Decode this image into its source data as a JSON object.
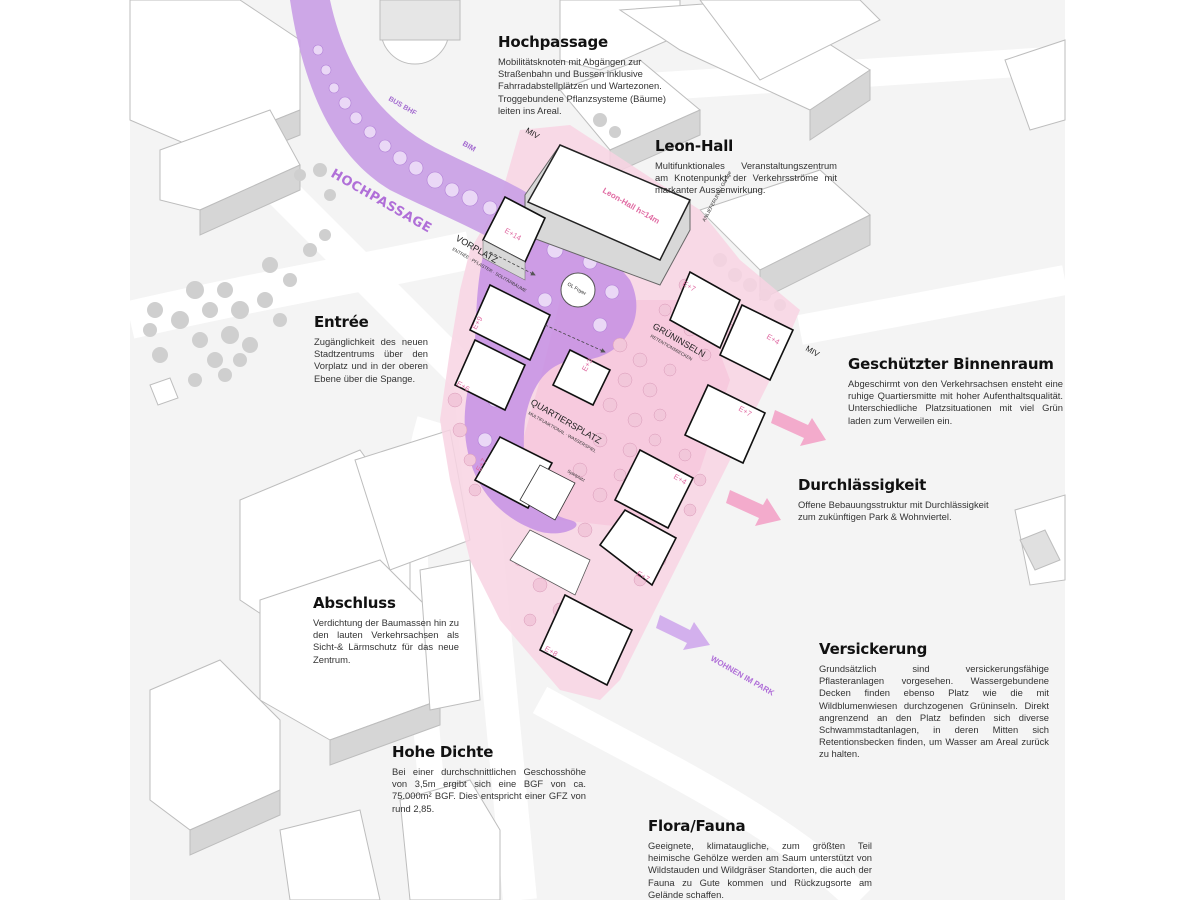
{
  "colors": {
    "building_roof": "#ffffff",
    "building_shade": "#d9d9d9",
    "ground": "#eeeeee",
    "street": "#f8f8f8",
    "passage_purple": "#c79ee6",
    "passage_purple_dark": "#9a5fc6",
    "pink_zone": "#f6c7dc",
    "pink_light": "#fbe3ee",
    "tree_grey": "#c9c9c9",
    "label_purple": "#a05ccc",
    "label_pink": "#e85f9c",
    "arrow_pink": "#f29cc4",
    "arrow_purple": "#c79ee6"
  },
  "texts": {
    "hochpassage": {
      "title": "Hochpassage",
      "body": "Mobilitätsknoten mit Abgängen zur Straßenbahn und Bussen inklusive Fahrradabstellplätzen und Wartezonen. Troggebundene Pflanzsysteme (Bäume) leiten ins Areal."
    },
    "leon_hall": {
      "title": "Leon-Hall",
      "body": "Multifunktionales Veranstaltungszentrum am Knotenpunkt der Verkehrsströme mit markanter Aussenwirkung."
    },
    "entree": {
      "title": "Entrée",
      "body": "Zugänglichkeit des neuen Stadtzentrums über den Vorplatz und in der oberen Ebene über die Spange."
    },
    "binnenraum": {
      "title": "Geschützter Binnenraum",
      "body": "Abgeschirmt von den Verkehrsachsen ensteht eine ruhige Quartiersmitte mit hoher Aufenthaltsqualität. Unterschiedliche Platzsituationen mit viel Grün laden zum Verweilen ein."
    },
    "durchlaessigkeit": {
      "title": "Durchlässigkeit",
      "body": "Offene Bebauungsstruktur mit Durchlässigkeit zum zukünftigen Park & Wohnviertel."
    },
    "abschluss": {
      "title": "Abschluss",
      "body": "Verdichtung der Baumassen hin zu den lauten Verkehrsachsen als Sicht-& Lärmschutz für das neue Zentrum."
    },
    "versickerung": {
      "title": "Versickerung",
      "body": "Grundsätzlich sind versickerungsfähige Pflasteranlagen vorgesehen. Wassergebundene Decken finden ebenso Platz wie die mit Wildblumenwiesen durchzogenen Grüninseln. Direkt angrenzend an den Platz befinden sich diverse Schwammstadtanlagen, in deren Mitten sich Retentionsbecken finden, um Wasser am Areal zurück zu halten."
    },
    "hohe_dichte": {
      "title": "Hohe Dichte",
      "body": "Bei einer durchschnittlichen Geschosshöhe von 3,5m ergibt sich eine BGF von ca. 75.000m² BGF. Dies entspricht einer GFZ von rund 2,85."
    },
    "flora": {
      "title": "Flora/Fauna",
      "body": "Geeignete, klimataugliche, zum größten Teil heimische Gehölze werden am Saum unterstützt von Wildstauden und Wildgräser Standorten, die auch der Fauna zu Gute kommen und Rückzugsorte am Gelände schaffen."
    }
  },
  "plan_labels": {
    "hochpassage": "HOCHPASSAGE",
    "bus_bhf": "BUS BHF",
    "bim": "BIM",
    "miv_top": "MIV",
    "miv_right": "MIV",
    "leon_hall": "Leon-Hall h=14m",
    "anlieferung": "ANLIEFERUNG / Garage",
    "vorplatz": "VORPLATZ",
    "vorplatz_sub": "ENTRÉE · PFLASTER · SOLITÄRBÄUME",
    "ol_foyer": "OL Foyer",
    "gruninseln": "GRÜNINSELN",
    "gruninseln_sub": "RETENTIONSBECKEN",
    "quartiersplatz": "QUARTIERSPLATZ",
    "quartiersplatz_sub": "MULTIFUNKTIONAL · WASSERSPIEL",
    "wohnen_im_park": "WOHNEN IM PARK",
    "spielplatz": "Spielplatz",
    "storeys": {
      "e14": "E+14",
      "e9": "E+9",
      "e6": "E+6",
      "e3": "E+3",
      "e7a": "E+7",
      "e4a": "E+4",
      "e7b": "E+7",
      "e7c": "E+7",
      "e4b": "E+4",
      "e7d": "E+7",
      "e8": "E+8"
    }
  }
}
